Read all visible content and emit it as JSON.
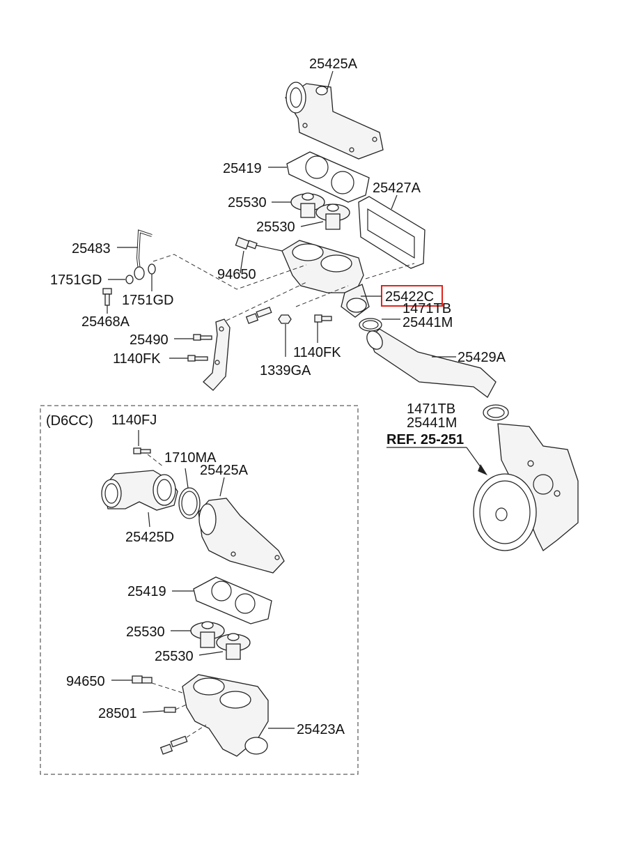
{
  "main_assembly": {
    "labels": {
      "outlet_fitting": "25425A",
      "gasket_top": "25419",
      "thermostat_1": "25530",
      "thermostat_2": "25530",
      "gasket_side": "25427A",
      "pipe": "25483",
      "washer": "1751GD",
      "washer_2": "1751GD",
      "bolt_pipe": "25468A",
      "sensor": "94650",
      "housing": "25422C",
      "clamp_a": "1471TB",
      "clamp_b": "25441M",
      "hose": "25429A",
      "bracket_bolt": "25490",
      "bracket_bolt_2": "1140FK",
      "bolt_mid": "1140FK",
      "nut": "1339GA",
      "clamp_c": "1471TB",
      "clamp_d": "25441M",
      "reference": "REF. 25-251"
    }
  },
  "variant": {
    "title": "(D6CC)",
    "labels": {
      "bolt": "1140FJ",
      "o_ring": "1710MA",
      "fitting": "25425A",
      "elbow": "25425D",
      "gasket": "25419",
      "thermostat_1": "25530",
      "thermostat_2": "25530",
      "sensor": "94650",
      "plug": "28501",
      "housing": "25423A"
    }
  },
  "highlight": {
    "color": "#e0231c"
  }
}
